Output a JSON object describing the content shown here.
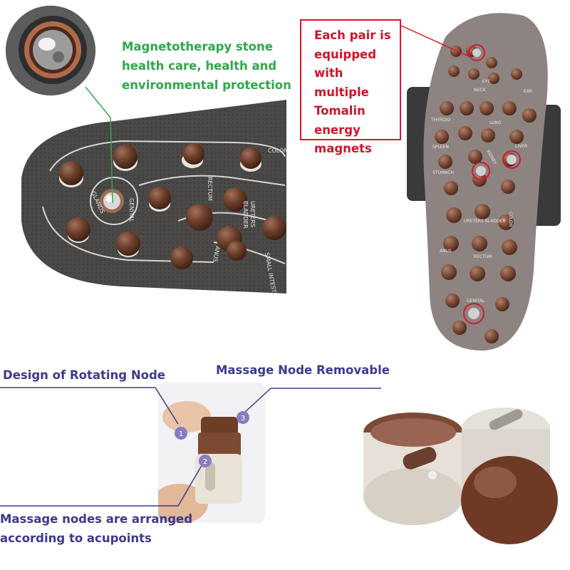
{
  "captions": {
    "magnet": [
      "Magnetotherapy stone",
      "health care,  health and",
      "environmental protection"
    ],
    "tourmaline": [
      "Each pair is",
      "equipped",
      "with multiple",
      "Tomalin",
      "energy",
      "magnets"
    ],
    "rotating_node": "Design of Rotating Node",
    "removable_node": "Massage Node Removable",
    "arranged": [
      "Massage nodes are arranged",
      "according to acupoints"
    ]
  },
  "callout_numbers": [
    "1",
    "2",
    "3"
  ],
  "insole_labels": {
    "closeup": [
      "GENITAL",
      "GLANDS",
      "RECTUM",
      "URETERS",
      "BLADDER",
      "ANUS",
      "COLON",
      "SMALL INTESTINE"
    ],
    "slipper": [
      "EYE",
      "NECK",
      "EAR",
      "LUNG",
      "THYROID",
      "SPLEEN",
      "KIDNEY",
      "LIVER",
      "STOMACH",
      "URETERS BLADDER",
      "COLON",
      "RECTUM",
      "ANUS",
      "GENITAL"
    ]
  },
  "colors": {
    "green_text": "#2ea84a",
    "red_text": "#d0142c",
    "blue_text": "#3c3a8f",
    "callout_circle": "#8a7bbf",
    "insole_fabric": "#4a4948",
    "slipper_sole": "#8d8381",
    "node_brown": "#6b3e2a"
  }
}
